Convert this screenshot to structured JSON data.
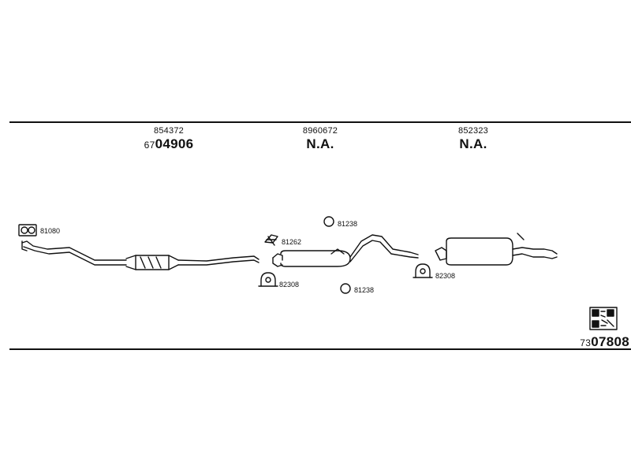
{
  "columns": [
    {
      "part_no": "854372",
      "ref_prefix": "67",
      "ref_main": "04906"
    },
    {
      "part_no": "8960672",
      "ref_prefix": "",
      "ref_main": "N.A."
    },
    {
      "part_no": "852323",
      "ref_prefix": "",
      "ref_main": "N.A."
    }
  ],
  "callouts": {
    "gasket": "81080",
    "bracket": "81262",
    "clamp_left": "82308",
    "ring_top": "81238",
    "ring_bottom": "81238",
    "clamp_right": "82308"
  },
  "footer": {
    "ref_prefix": "73",
    "ref_main": "07808",
    "icon": "qr-code-icon"
  }
}
